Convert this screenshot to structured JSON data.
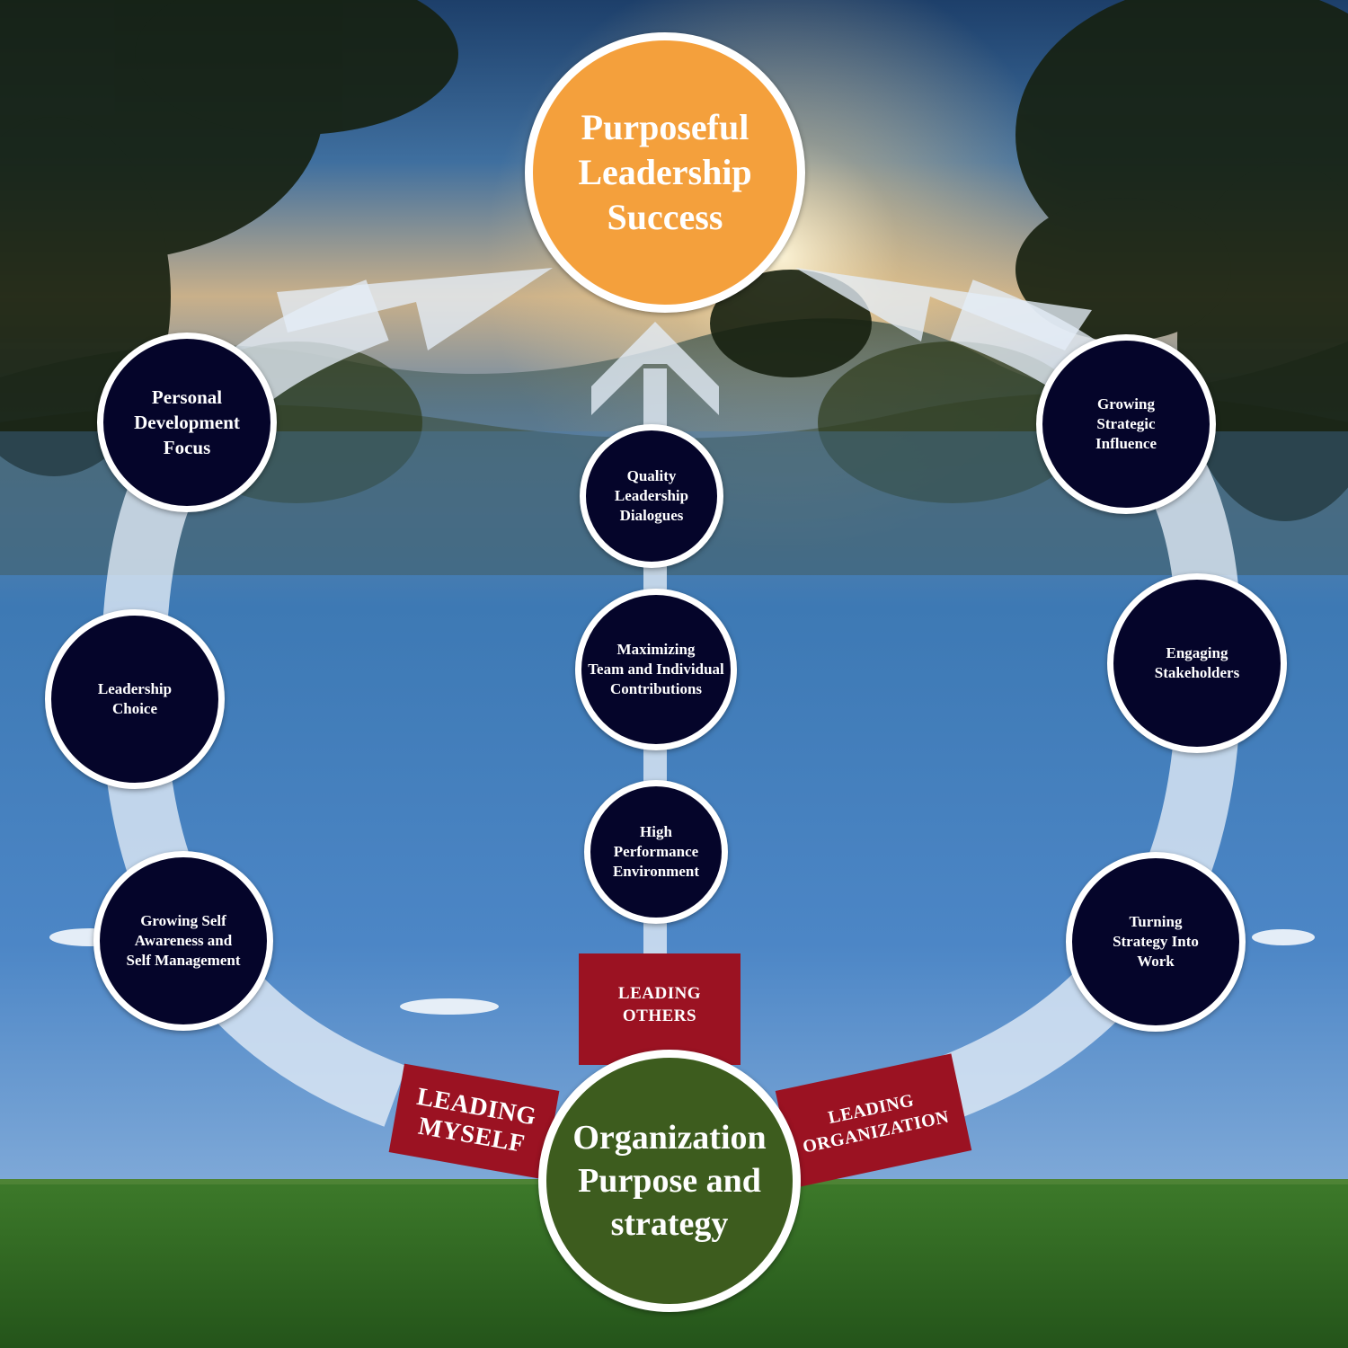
{
  "colors": {
    "node_dark": "#05052a",
    "goal": "#f4a03c",
    "base": "#3d5c1e",
    "tag": "#9b1222",
    "arrow": "#e4edf7"
  },
  "goal": {
    "text": "Purposeful\nLeadership\nSuccess"
  },
  "base": {
    "text": "Organization\nPurpose and\nstrategy"
  },
  "tags": {
    "myself": "LEADING\nMYSELF",
    "others": "LEADING\nOTHERS",
    "organization": "LEADING\nORGANIZATION"
  },
  "left_path": {
    "personal_development": "Personal\nDevelopment\nFocus",
    "leadership_choice": "Leadership\nChoice",
    "self_awareness": "Growing Self\nAwareness and\nSelf Management"
  },
  "center_path": {
    "quality_dialogues": "Quality\nLeadership\nDialogues",
    "maximizing": "Maximizing\nTeam and Individual\nContributions",
    "high_performance": "High\nPerformance\nEnvironment"
  },
  "right_path": {
    "strategic_influence": "Growing\nStrategic\nInfluence",
    "stakeholders": "Engaging\nStakeholders",
    "strategy_into_work": "Turning\nStrategy Into\nWork"
  }
}
